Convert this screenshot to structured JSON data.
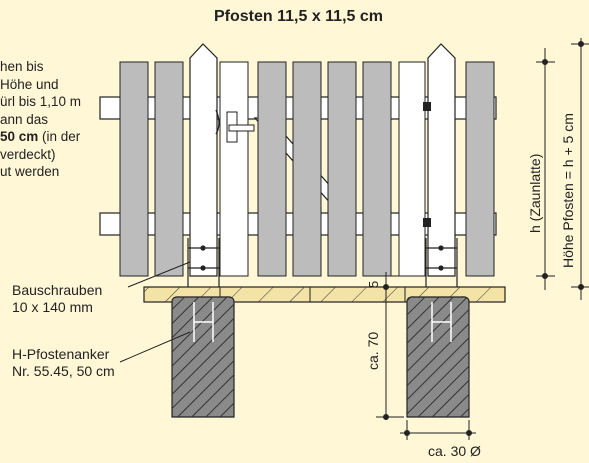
{
  "title": "Pfosten 11,5 x 11,5 cm",
  "intro": {
    "line1": "hen bis",
    "line2": "Höhe und",
    "line3": "ürl bis 1,10 m",
    "line4": "ann das",
    "line5_bold": "50 cm",
    "line5_rest": " (in der",
    "line6": "verdeckt)",
    "line7": "ut werden"
  },
  "labels": {
    "bolts_line1": "Bauschrauben",
    "bolts_line2": "10 x 140 mm",
    "anchor_line1": "H-Pfostenanker",
    "anchor_line2": "Nr. 55.45, 50 cm",
    "depth": "ca. 70",
    "width": "ca. 30 Ø",
    "gap": "5",
    "h_fence": "h (Zaunlatte)",
    "h_post": "Höhe Pfosten = h + 5 cm"
  },
  "colors": {
    "background": "#fff7d6",
    "slat_gray": "#bcbcbc",
    "board": "#f3e3a6",
    "concrete": "#8a8a8a",
    "line": "#222222"
  }
}
